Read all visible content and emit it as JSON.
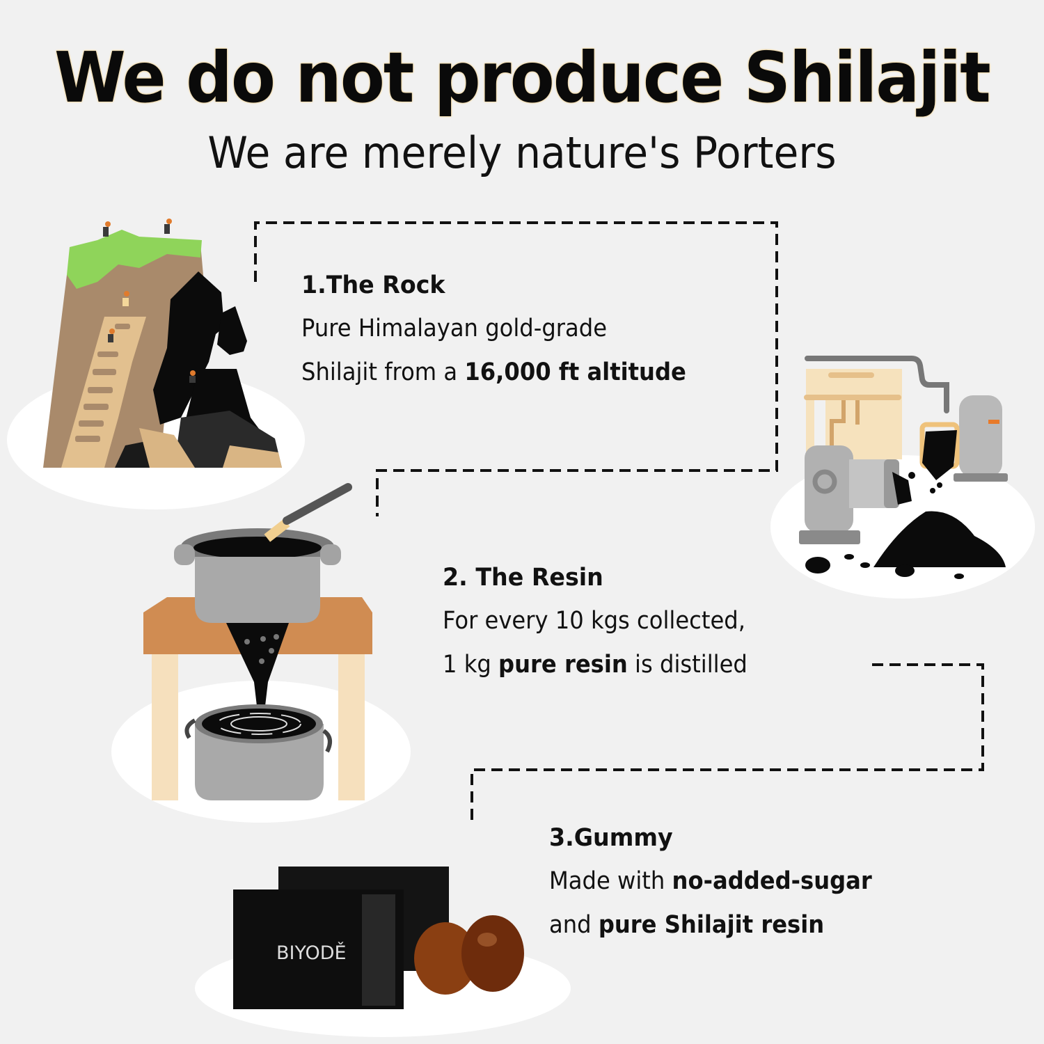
{
  "header": {
    "title": "We do not produce Shilajit",
    "subtitle": "We are merely nature's Porters"
  },
  "steps": [
    {
      "heading": "1.The Rock",
      "lines": [
        [
          {
            "text": "Pure Himalayan gold-grade",
            "bold": false
          }
        ],
        [
          {
            "text": "Shilajit from a ",
            "bold": false
          },
          {
            "text": "16,000 ft altitude",
            "bold": true
          }
        ]
      ],
      "illustration": "mountain-with-workers-icon"
    },
    {
      "heading": "2. The Resin",
      "lines": [
        [
          {
            "text": "For every 10 kgs collected,",
            "bold": false
          }
        ],
        [
          {
            "text": "1 kg ",
            "bold": false
          },
          {
            "text": "pure resin",
            "bold": true
          },
          {
            "text": " is distilled",
            "bold": false
          }
        ]
      ],
      "illustration": "resin-distilling-pots-icon"
    },
    {
      "heading": "3.Gummy",
      "lines": [
        [
          {
            "text": "Made with ",
            "bold": false
          },
          {
            "text": "no-added-sugar",
            "bold": true
          }
        ],
        [
          {
            "text": "and ",
            "bold": false
          },
          {
            "text": "pure Shilajit resin",
            "bold": true
          }
        ]
      ],
      "illustration": "gummy-packets-icon"
    }
  ],
  "illustrations": {
    "grinder": "grinding-machine-icon",
    "brand_on_packet": "BIYODĚ"
  },
  "colors": {
    "background": "#f1f1f1",
    "title_glow": "#f3d9a0",
    "rock_brown": "#a98a6b",
    "grass_green": "#8fd45a",
    "ladder_tan": "#e2c08f",
    "table_orange": "#d08c52",
    "pot_gray": "#a9a9a9",
    "gummy_amber": "#8a3f12"
  }
}
